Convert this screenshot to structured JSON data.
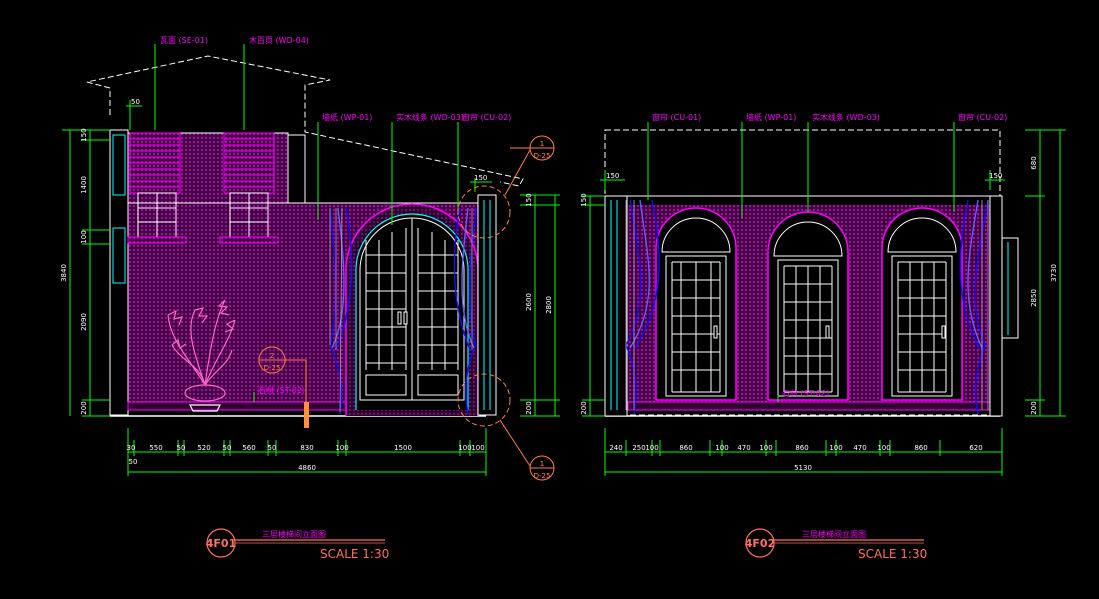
{
  "colors": {
    "background": "#000000",
    "dimension": "#00ff00",
    "structure": "#ffffff",
    "wall_fill": "#c000c0",
    "magenta": "#ff00ff",
    "curtain": "#1010ff",
    "cyan": "#00ffff",
    "callout": "#ff8040",
    "title": "#ff7060"
  },
  "left": {
    "labels": [
      "瓦面 (SE-01)",
      "木百页 (WD-04)",
      "墙纸 (WP-01)",
      "实木线条 (WD-03)",
      "窗帘 (CU-02)",
      "石材 (ST-02)"
    ],
    "callouts": [
      {
        "num": "1",
        "ref": "D-25"
      },
      {
        "num": "1",
        "ref": "D-25"
      },
      {
        "num": "2",
        "ref": "D-25"
      }
    ],
    "dim_top": [
      "50",
      "150"
    ],
    "dim_left_inner": [
      "150",
      "1400",
      "100",
      "2090",
      "200"
    ],
    "dim_left_total": "3840",
    "dim_right_inner": [
      "150",
      "2600",
      "200"
    ],
    "dim_right_total": "2800",
    "dim_bottom": [
      "30",
      "550",
      "50",
      "520",
      "50",
      "560",
      "50",
      "830",
      "100",
      "1500",
      "100",
      "100"
    ],
    "dim_bottom_small": "50",
    "dim_total": "4860",
    "tag": "4F01",
    "title": "三层楼梯间立面图",
    "scale": "SCALE 1:30"
  },
  "right": {
    "labels": [
      "窗帘 (CU-01)",
      "墙纸 (WP-01)",
      "实木线条 (WD-03)",
      "窗帘 (CU-02)",
      "石材 (ST-02)"
    ],
    "dim_top": [
      "150",
      "150"
    ],
    "dim_right_inner": [
      "680",
      "2850",
      "200"
    ],
    "dim_right_total": "3730",
    "dim_left_inner": [
      "150",
      "200"
    ],
    "dim_bottom": [
      "240",
      "250",
      "100",
      "860",
      "100",
      "470",
      "100",
      "860",
      "100",
      "470",
      "100",
      "860",
      "620"
    ],
    "dim_total": "5130",
    "tag": "4F02",
    "title": "三层楼梯间立面图",
    "scale": "SCALE 1:30"
  }
}
